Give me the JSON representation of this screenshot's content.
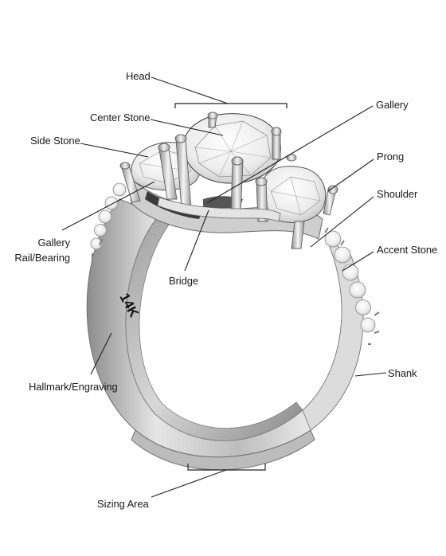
{
  "labels": {
    "head": "Head",
    "center_stone": "Center Stone",
    "side_stone": "Side Stone",
    "gallery": "Gallery",
    "prong": "Prong",
    "shoulder": "Shoulder",
    "accent_stone": "Accent Stone",
    "gallery_rail_line1": "Gallery",
    "gallery_rail_line2": "Rail/Bearing",
    "bridge": "Bridge",
    "shank": "Shank",
    "hallmark": "Hallmark/Engraving",
    "sizing_area": "Sizing Area"
  },
  "engraving": "14K",
  "colors": {
    "metal_light": "#f2f2f2",
    "metal_mid": "#c9c9c9",
    "metal_dark": "#7a7a7a",
    "line": "#222222"
  }
}
